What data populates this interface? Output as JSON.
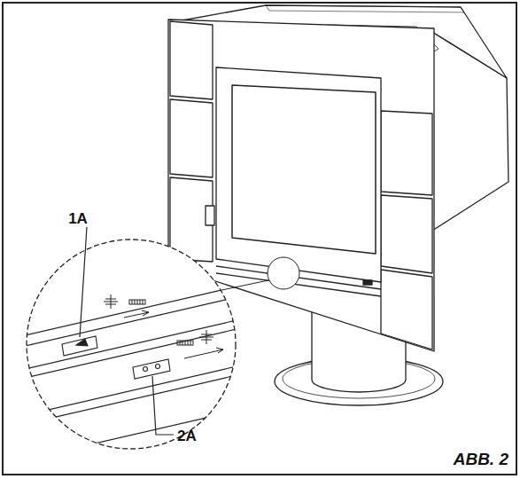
{
  "diagram": {
    "caption": "ABB. 2",
    "labels": [
      "1A",
      "2A"
    ]
  }
}
